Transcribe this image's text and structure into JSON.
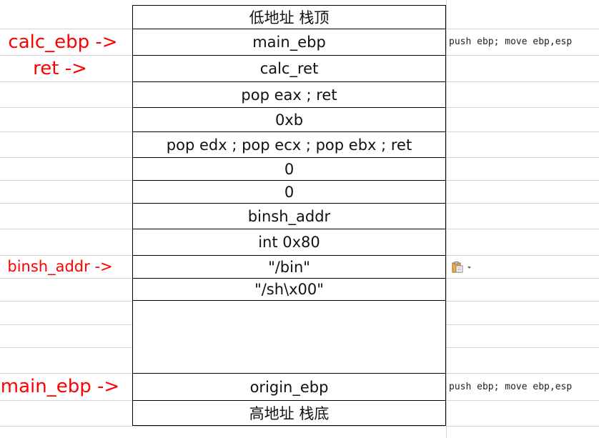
{
  "stack": {
    "cells": [
      "低地址 栈顶",
      "main_ebp",
      "calc_ret",
      "pop eax ; ret",
      "0xb",
      "pop edx ; pop ecx ; pop ebx ; ret",
      "0",
      "0",
      "binsh_addr",
      "int 0x80",
      "\"/bin\"",
      "\"/sh\\x00\"",
      "",
      "origin_ebp",
      "高地址 栈底"
    ]
  },
  "pointers": {
    "calc_ebp": "calc_ebp ->",
    "ret": "ret ->",
    "binsh_addr": "binsh_addr ->",
    "main_ebp": "main_ebp ->"
  },
  "notes": {
    "top": "push ebp; move ebp,esp",
    "bottom": "push ebp; move ebp,esp"
  },
  "icons": {
    "paste": "paste-options-icon"
  },
  "colors": {
    "pointer": "#ff0000",
    "border": "#000000",
    "grid": "#d4d4d4"
  }
}
